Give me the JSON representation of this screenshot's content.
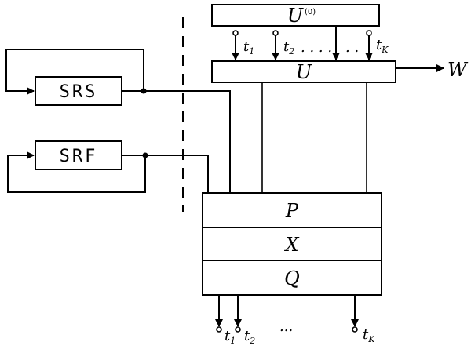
{
  "blocks": {
    "srs": "SRS",
    "srf": "SRF",
    "u0": "U",
    "u0_sup": "(0)",
    "u": "U",
    "p": "P",
    "x": "X",
    "q": "Q"
  },
  "output": "W",
  "inputs": {
    "t1_base": "t",
    "t1_idx": "1",
    "t2_base": "t",
    "t2_idx": "2",
    "input_ellipsis": ". . . .",
    "tk_base": "t",
    "tk_idx": "K"
  },
  "outputs": {
    "t1_base": "t",
    "t1_idx": "1",
    "t2_base": "t",
    "t2_idx": "2",
    "output_ellipsis": "...",
    "tk_base": "t",
    "tk_idx": "K"
  }
}
